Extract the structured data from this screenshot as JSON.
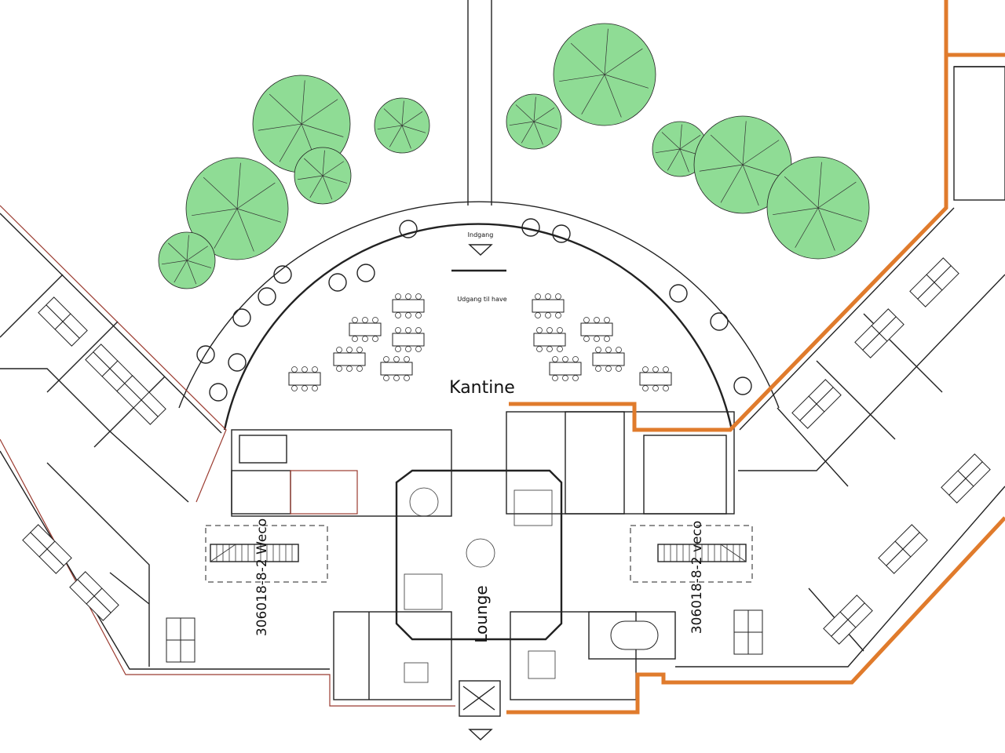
{
  "labels": {
    "entrance": "Indgang",
    "garden_exit": "Udgang til have",
    "canteen": "Kantine",
    "lounge": "Lounge",
    "stair_left": "306018-8-2 Weco",
    "stair_right": "306018-8-2 veco"
  },
  "colors": {
    "tree_fill": "#8fdc95",
    "highlight_outline": "#e07b2c",
    "wall_red": "#9b3b30"
  }
}
